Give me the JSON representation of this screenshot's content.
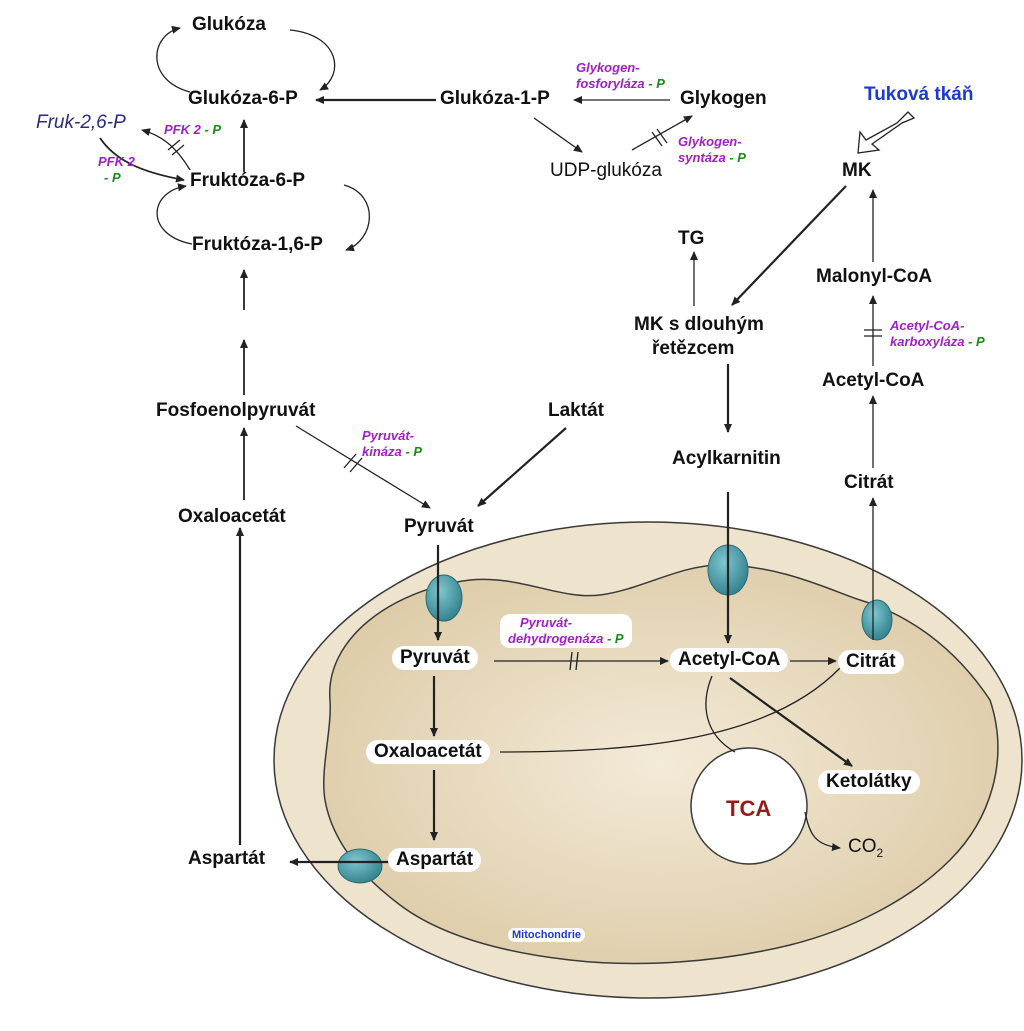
{
  "metabolites": {
    "glukoza": "Glukóza",
    "glukoza6p": "Glukóza-6-P",
    "glukoza1p": "Glukóza-1-P",
    "glykogen": "Glykogen",
    "udp_glukoza": "UDP-glukóza",
    "fruk26p": "Fruk-2,6-P",
    "fruktoza6p": "Fruktóza-6-P",
    "fruktoza16p": "Fruktóza-1,6-P",
    "fosfoenolpyruvat": "Fosfoenolpyruvát",
    "laktat": "Laktát",
    "oxaloacetat": "Oxaloacetát",
    "pyruvat": "Pyruvát",
    "aspartat": "Aspartát",
    "tukova_tkan": "Tuková tkáň",
    "mk": "MK",
    "tg": "TG",
    "mk_dlouhy_1": "MK s dlouhým",
    "mk_dlouhy_2": "řetězcem",
    "acylkarnitin": "Acylkarnitin",
    "malonyl_coa": "Malonyl-CoA",
    "acetyl_coa": "Acetyl-CoA",
    "citrat": "Citrát",
    "ketolatky": "Ketolátky",
    "tca": "TCA",
    "co2": "CO",
    "co2_sub": "2"
  },
  "mitochondrion": {
    "pyruvat": "Pyruvát",
    "oxaloacetat": "Oxaloacetát",
    "aspartat": "Aspartát",
    "acetyl_coa": "Acetyl-CoA",
    "citrat": "Citrát",
    "label": "Mitochondrie"
  },
  "enzymes": {
    "glykogen_fosforylaza_1": "Glykogen-",
    "glykogen_fosforylaza_2": "fosforyláza",
    "glykogen_syntaza_1": "Glykogen-",
    "glykogen_syntaza_2": "syntáza",
    "pfk2_a": "PFK 2",
    "pfk2_b_1": "PFK 2",
    "pyruvat_kinaza_1": "Pyruvát-",
    "pyruvat_kinaza_2": "kináza",
    "pdh_1": "Pyruvát-",
    "pdh_2": "dehydrogenáza",
    "acc_1": "Acetyl-CoA-",
    "acc_2": "karboxyláza",
    "phospho": "- P"
  },
  "colors": {
    "enzyme": "#a020c8",
    "phospho": "#1a8a1a",
    "tissue_label": "#1a3ad0",
    "tca": "#9a1a1a",
    "mito_fill": "#e8dcc0",
    "mito_inner": "#d9c7a0",
    "transporter": "#3f9aa6"
  }
}
